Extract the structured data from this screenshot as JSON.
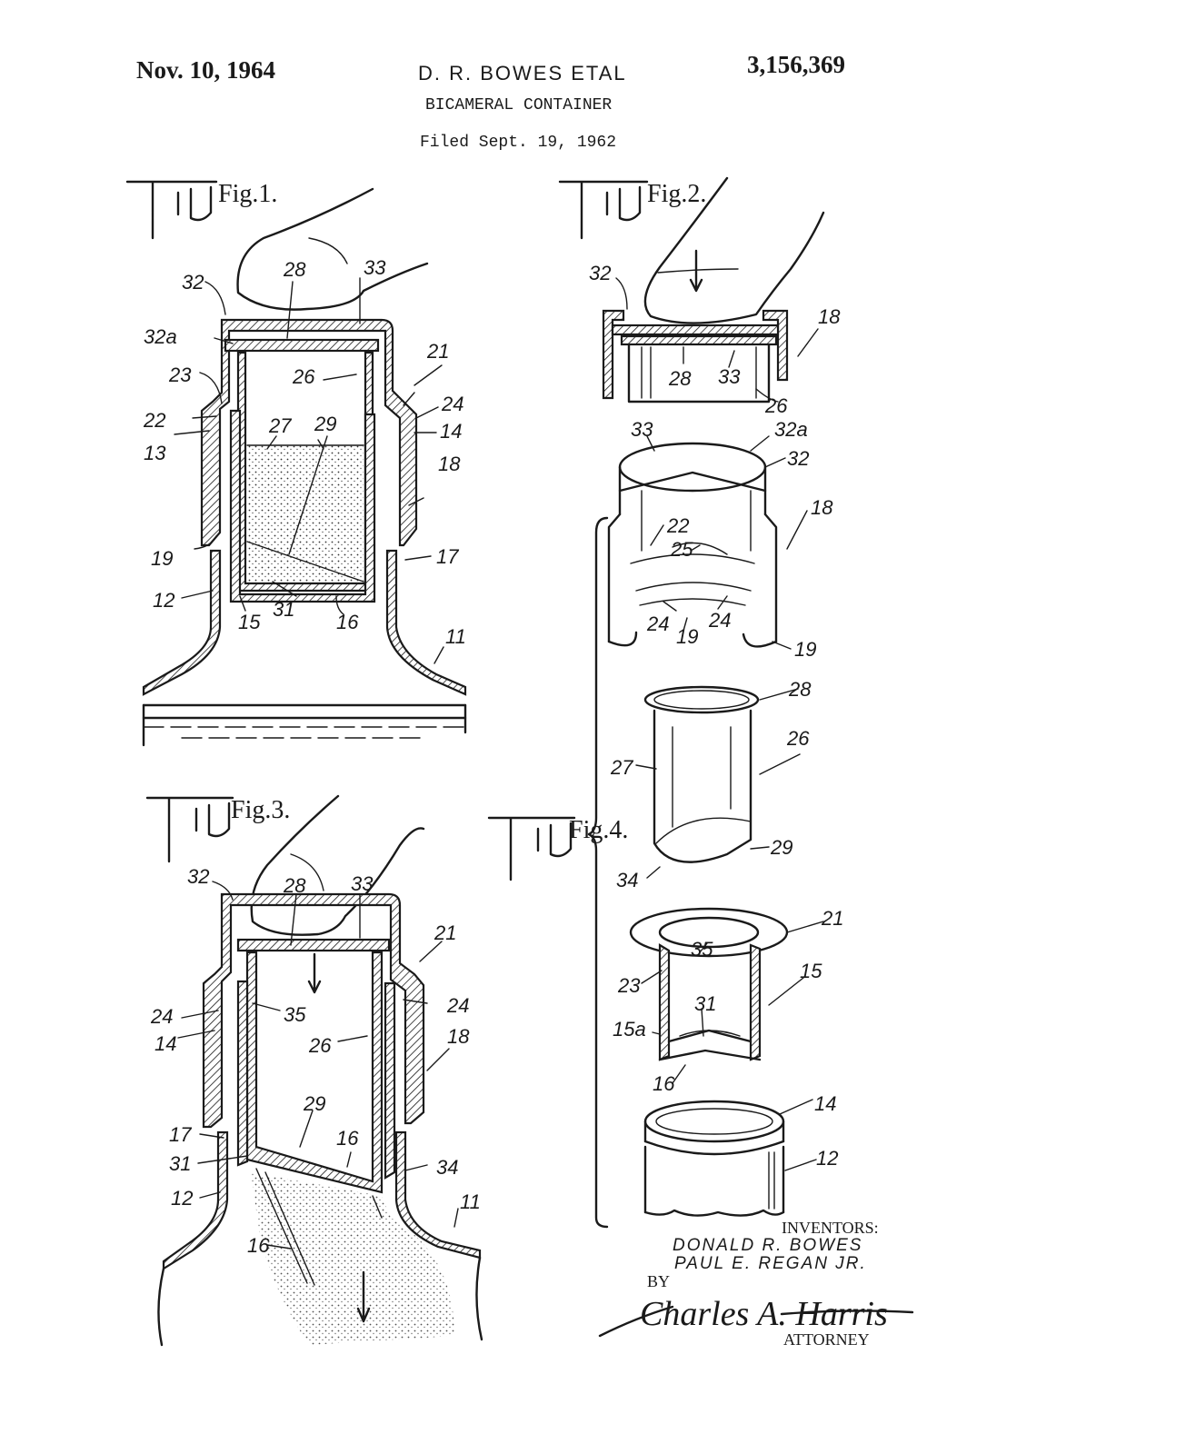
{
  "header": {
    "date": "Nov. 10, 1964",
    "inventor_line": "D. R. BOWES ETAL",
    "patent_number": "3,156,369",
    "title": "BICAMERAL CONTAINER",
    "filed": "Filed Sept. 19, 1962"
  },
  "figures": [
    {
      "label": "Fig.1.",
      "refs": [
        "32",
        "28",
        "33",
        "32a",
        "21",
        "23",
        "26",
        "24",
        "22",
        "27",
        "29",
        "14",
        "13",
        "18",
        "19",
        "17",
        "12",
        "31",
        "15",
        "16",
        "11"
      ]
    },
    {
      "label": "Fig.2.",
      "refs": [
        "32",
        "18",
        "28",
        "33",
        "26"
      ]
    },
    {
      "label": "Fig.3.",
      "refs": [
        "32",
        "28",
        "33",
        "21",
        "24",
        "35",
        "24",
        "14",
        "26",
        "18",
        "29",
        "16",
        "17",
        "31",
        "34",
        "12",
        "11",
        "16"
      ]
    },
    {
      "label": "Fig.4.",
      "refs": [
        "33",
        "32a",
        "32",
        "22",
        "18",
        "25",
        "24",
        "19",
        "24",
        "19",
        "28",
        "27",
        "26",
        "34",
        "29",
        "21",
        "35",
        "23",
        "15",
        "31",
        "15a",
        "16",
        "14",
        "12"
      ]
    }
  ],
  "signature": {
    "inventors_label": "INVENTORS:",
    "inventor_1": "DONALD R. BOWES",
    "inventor_2": "PAUL E. REGAN JR.",
    "by": "BY",
    "attorney_name": "Charles A. Harris",
    "attorney_label": "ATTORNEY"
  }
}
